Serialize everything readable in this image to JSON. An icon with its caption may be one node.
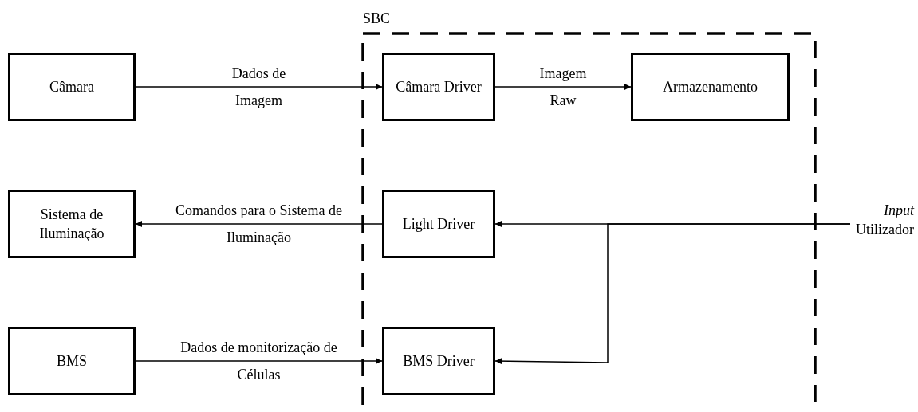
{
  "diagram": {
    "nodes": [
      {
        "text": [
          "SBC"
        ]
      },
      {
        "text": [
          "Câmara"
        ]
      },
      {
        "text": [
          "Câmara Driver"
        ],
        "in": 0
      },
      {
        "text": [
          "Armazenamento"
        ],
        "in": 0
      },
      {
        "text": [
          "Sistema de Iluminação"
        ]
      },
      {
        "text": [
          "Light Driver"
        ],
        "in": 0
      },
      {
        "text": [
          "BMS"
        ]
      },
      {
        "text": [
          "BMS Driver"
        ],
        "in": 0
      },
      {
        "text": [
          "*Input* Utilizador"
        ]
      }
    ],
    "edges": [
      {
        "from": 1,
        "to": 2,
        "arrow": "to",
        "label": "Dados de Imagem"
      },
      {
        "from": 2,
        "to": 3,
        "arrow": "to",
        "label": "Imagem Raw"
      },
      {
        "from": 5,
        "to": 4,
        "arrow": "to",
        "label": "Comandos para o Sistema de Iluminação"
      },
      {
        "from": 6,
        "to": 7,
        "arrow": "to",
        "label": "Dados de monitorização de Células"
      },
      {
        "from": 8,
        "to": 5,
        "arrow": "to"
      },
      {
        "from": 8,
        "to": 7,
        "arrow": "to"
      }
    ]
  }
}
